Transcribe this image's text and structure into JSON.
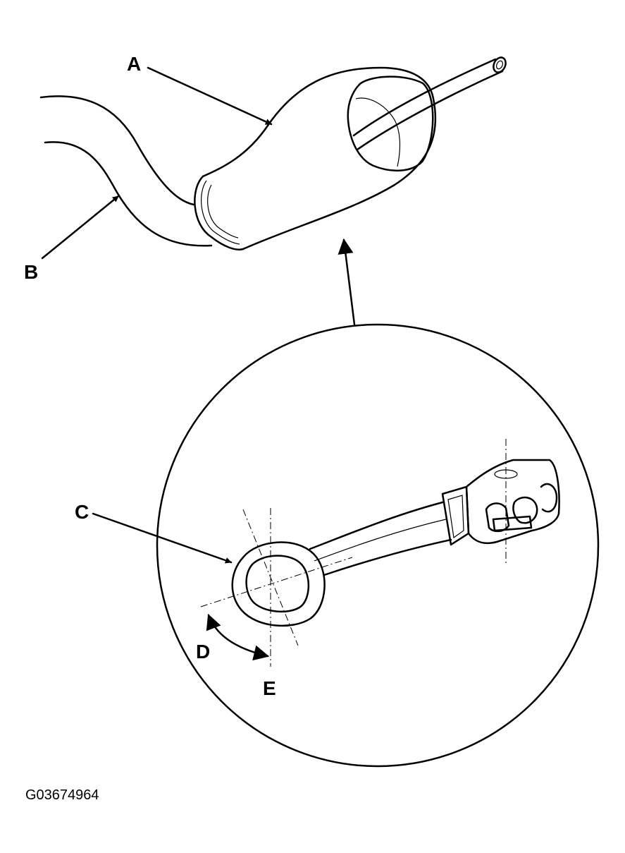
{
  "labels": {
    "a": "A",
    "b": "B",
    "c": "C",
    "d": "D",
    "e": "E"
  },
  "figure_code": "G03674964"
}
